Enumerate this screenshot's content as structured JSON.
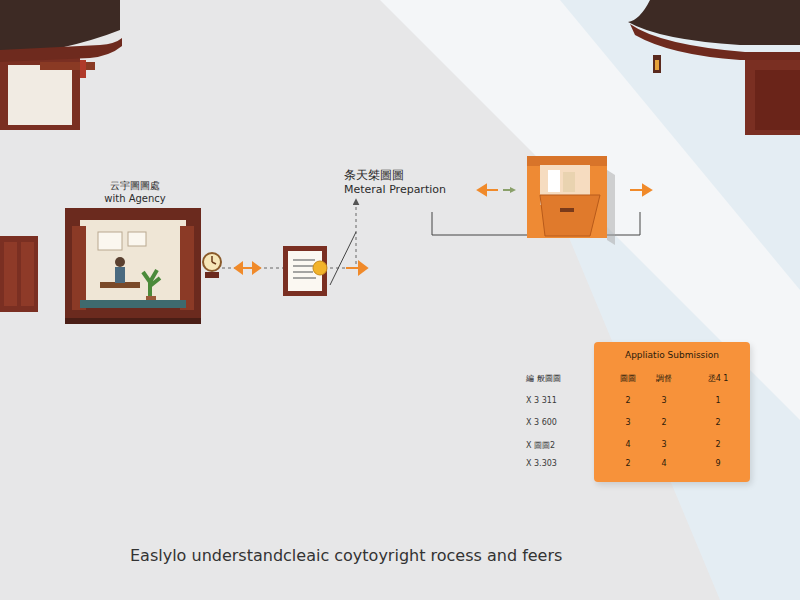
{
  "diagram": {
    "caption": "Easlylo understandcleaic coytoyright rocess and feers",
    "nodes": [
      {
        "text": [
          "云宇圖圖處",
          "with Agency"
        ]
      },
      {
        "text": [
          "条天桀圖圖",
          "Meteral Prepartion"
        ]
      },
      {
        "text": [
          "Appliatio Submission"
        ]
      }
    ],
    "edges": [
      {
        "from": 0,
        "to": 1,
        "arrow": "to"
      }
    ],
    "labels": [
      "編 般圖圖",
      "圖圖",
      "調督",
      "丞4 1",
      "X 3 311",
      "2",
      "3",
      "1",
      "X 3 600",
      "3",
      "2",
      "2",
      "X 圖圖2",
      "4",
      "3",
      "2",
      "X 3.303",
      "2",
      "4",
      "9"
    ]
  }
}
